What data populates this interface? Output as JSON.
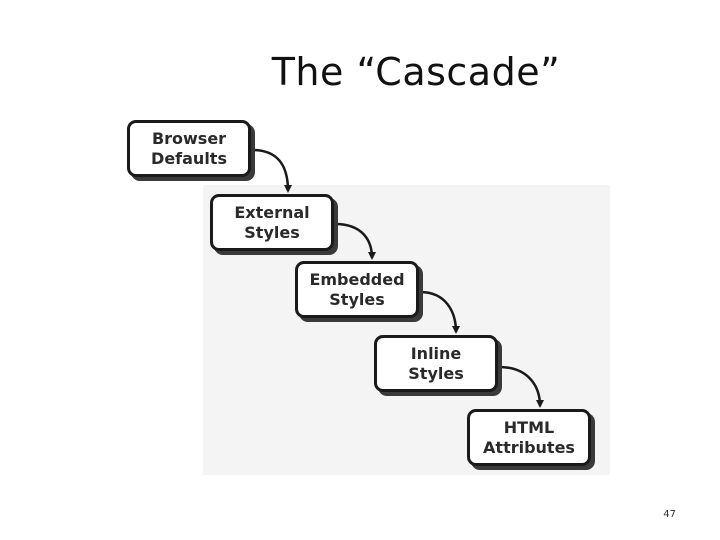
{
  "slide": {
    "title": "The “Cascade”",
    "page_number": "47"
  },
  "diagram": {
    "steps": [
      {
        "line1": "Browser",
        "line2": "Defaults"
      },
      {
        "line1": "External",
        "line2": "Styles"
      },
      {
        "line1": "Embedded",
        "line2": "Styles"
      },
      {
        "line1": "Inline",
        "line2": "Styles"
      },
      {
        "line1": "HTML",
        "line2": "Attributes"
      }
    ]
  }
}
